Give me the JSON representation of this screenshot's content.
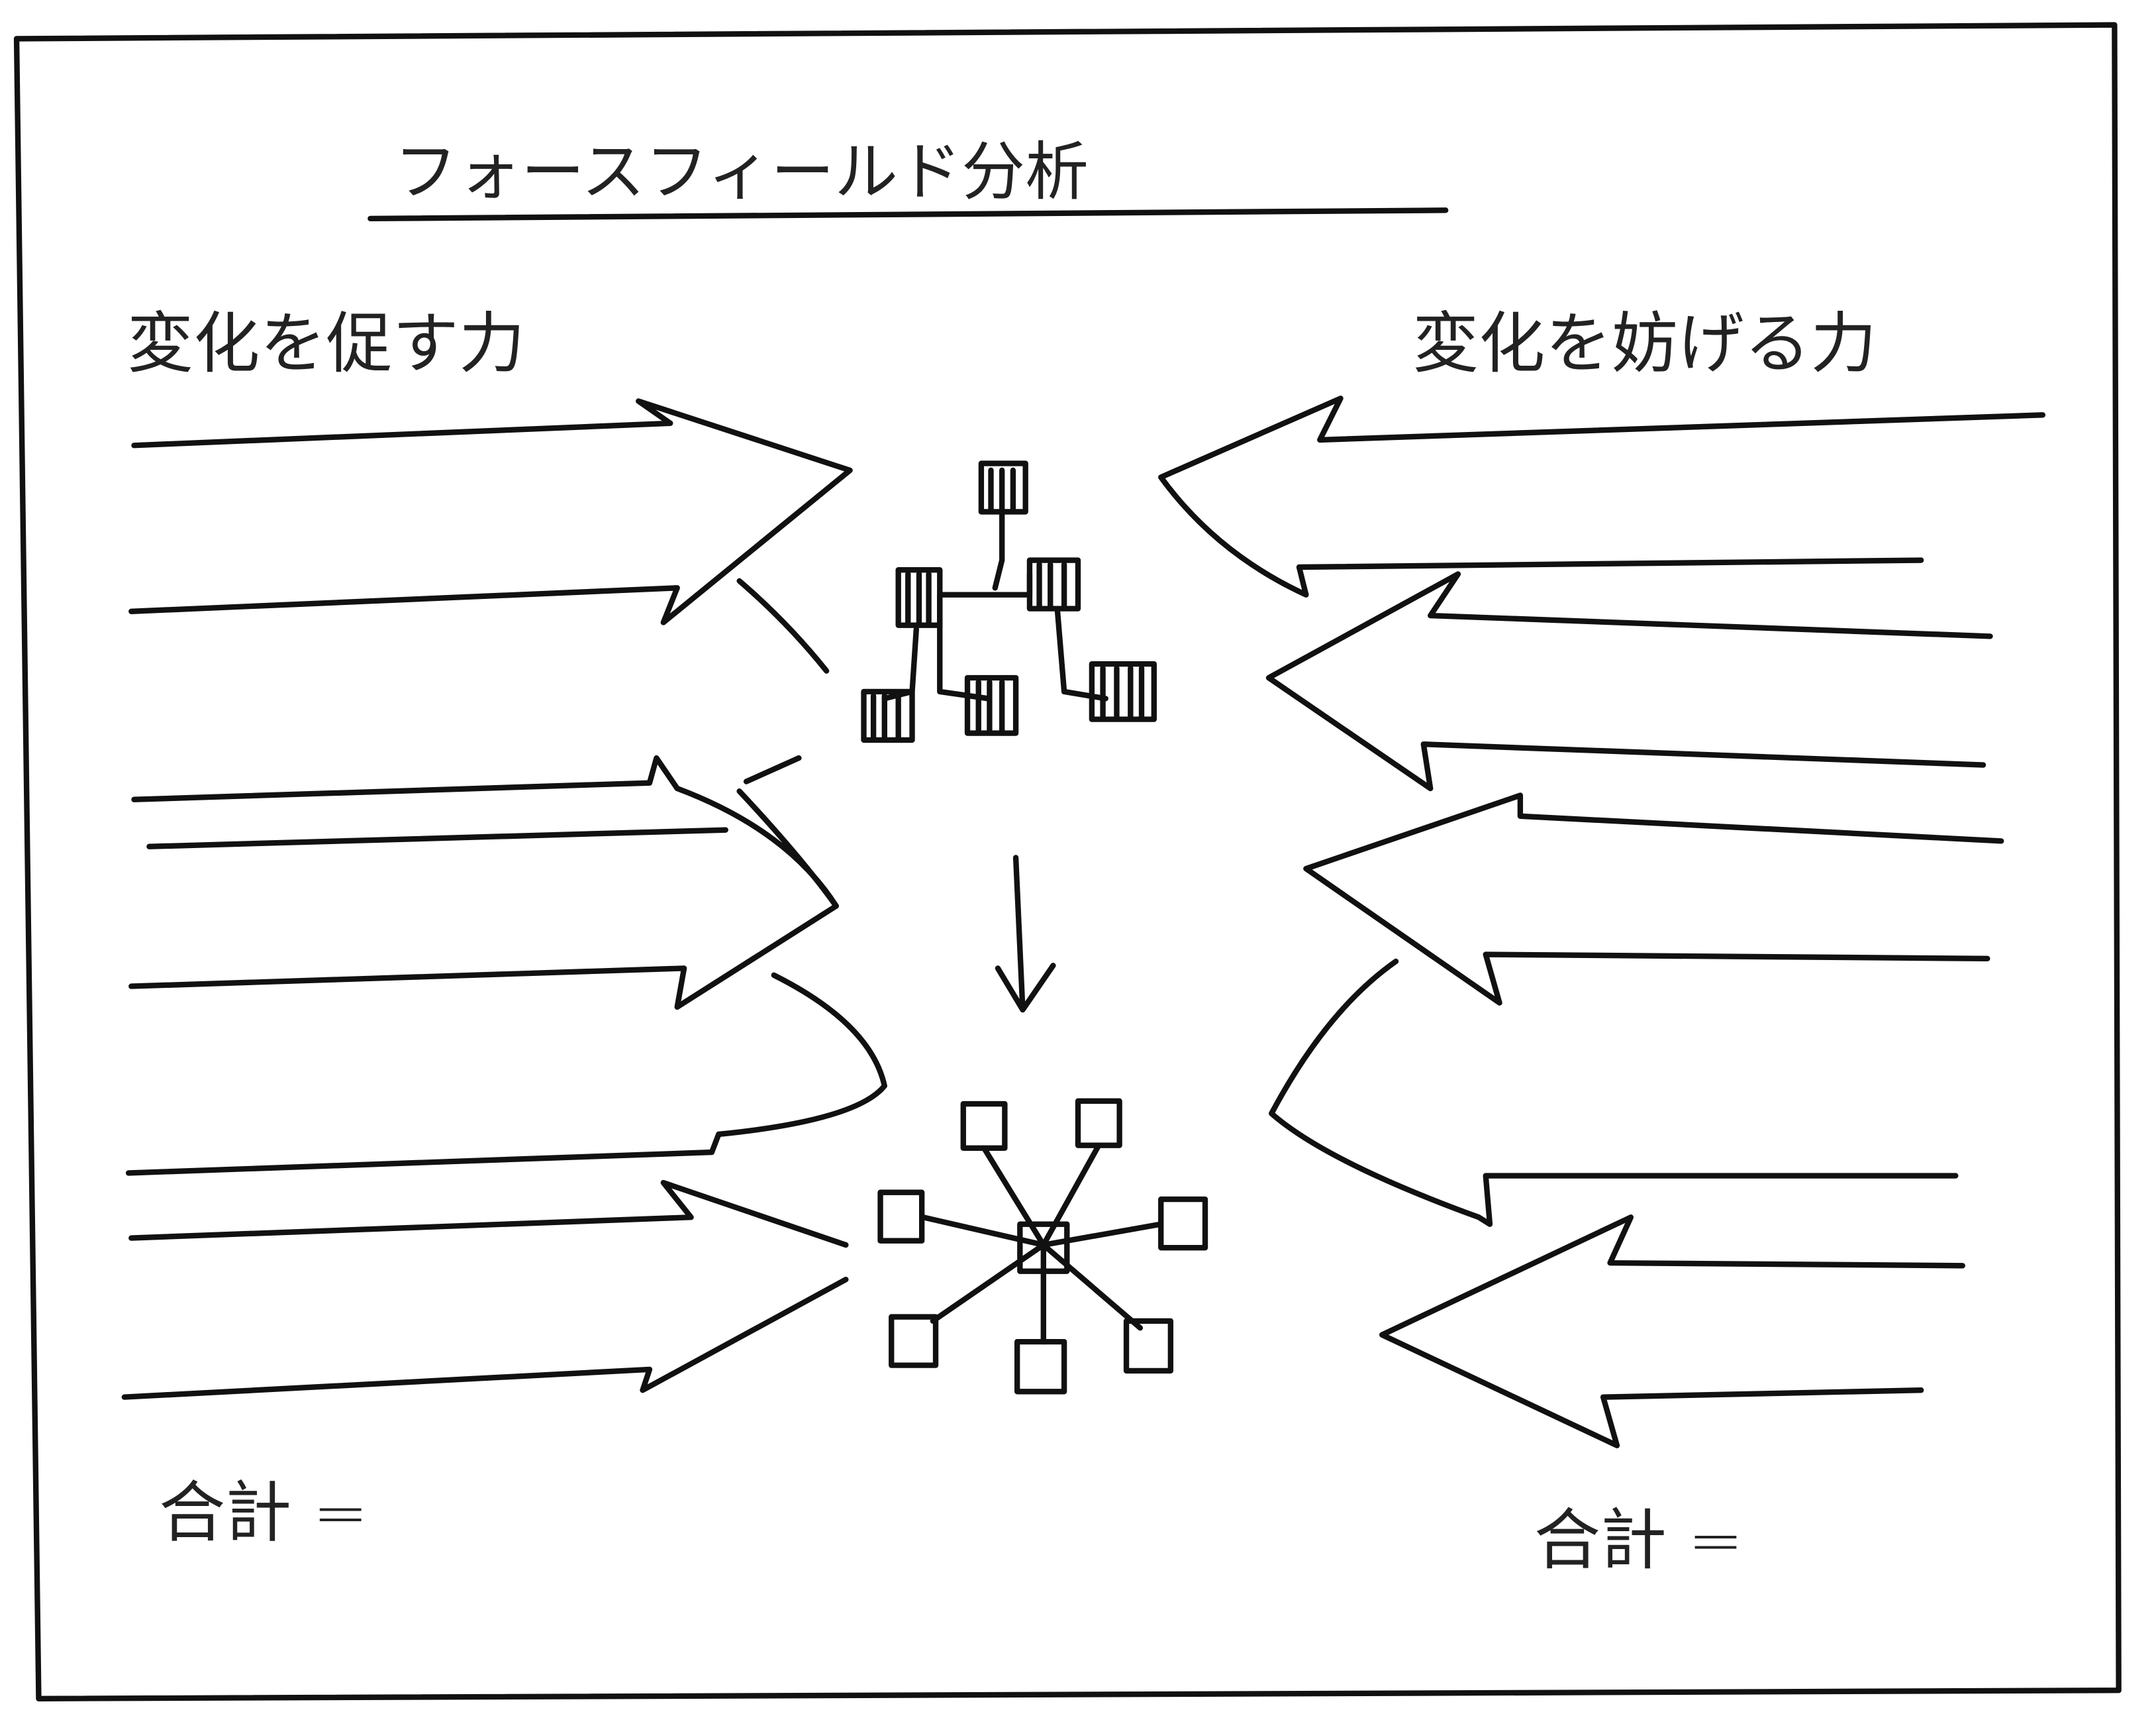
{
  "title": "フォースフィールド分析",
  "driving_forces": {
    "label": "変化を促す力",
    "total_label": "合計 ="
  },
  "restraining_forces": {
    "label": "変化を妨げる力",
    "total_label": "合計 ="
  },
  "colors": {
    "ink": "#111111",
    "paper": "#ffffff"
  }
}
